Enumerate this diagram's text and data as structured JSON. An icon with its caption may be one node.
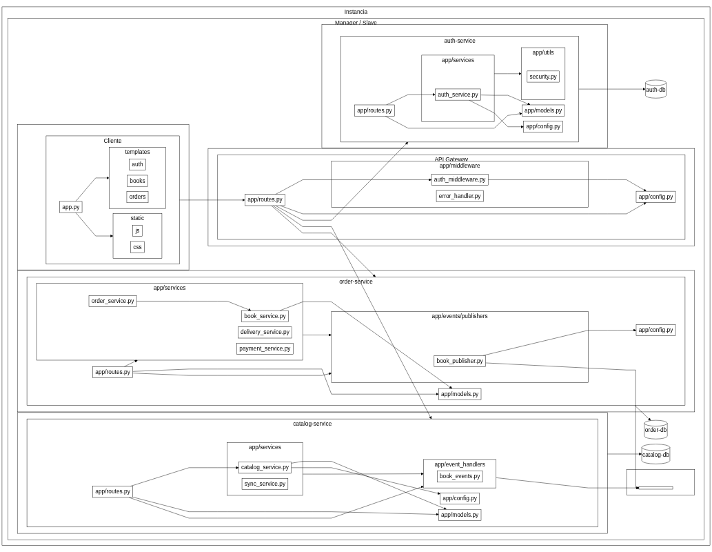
{
  "diagram": {
    "nodes": [
      {
        "text": [
          "Instancia"
        ]
      },
      {
        "text": [
          "Manager / Slave"
        ],
        "in": 0
      },
      {
        "text": [],
        "shape": "box",
        "in": 1
      },
      {
        "text": [
          "Cliente"
        ],
        "in": 2
      },
      {
        "text": [
          "static"
        ],
        "in": 3
      },
      {
        "text": [
          "js"
        ],
        "in": 4
      },
      {
        "text": [
          "css"
        ],
        "in": 4
      },
      {
        "text": [
          "templates"
        ],
        "in": 3
      },
      {
        "text": [
          "auth"
        ],
        "in": 7
      },
      {
        "text": [
          "books"
        ],
        "in": 7
      },
      {
        "text": [
          "orders"
        ],
        "in": 7
      },
      {
        "text": [
          "app.py"
        ],
        "in": 3
      },
      {
        "text": [],
        "shape": "box",
        "in": 1
      },
      {
        "text": [
          "API Gateway"
        ],
        "in": 12
      },
      {
        "text": [
          "app/middleware"
        ],
        "in": 13
      },
      {
        "text": [
          "auth_middleware.py"
        ],
        "in": 14
      },
      {
        "text": [
          "error_handler.py"
        ],
        "in": 14
      },
      {
        "text": [
          "app/routes.py"
        ],
        "in": 13
      },
      {
        "text": [
          "app/config.py"
        ],
        "in": 13
      },
      {
        "text": [],
        "shape": "box",
        "in": 1
      },
      {
        "text": [
          "auth-service"
        ],
        "in": 19
      },
      {
        "text": [
          "app/services"
        ],
        "in": 20
      },
      {
        "text": [
          "auth_service.py"
        ],
        "in": 21
      },
      {
        "text": [
          "app/utils"
        ],
        "in": 20
      },
      {
        "text": [
          "security.py"
        ],
        "in": 23
      },
      {
        "text": [
          "app/models.py"
        ],
        "in": 20
      },
      {
        "text": [
          "app/routes.py"
        ],
        "in": 20
      },
      {
        "text": [
          "app/config.py"
        ],
        "in": 20
      },
      {
        "text": [
          "auth-db"
        ],
        "in": 1
      },
      {
        "text": [],
        "shape": "box",
        "in": 1
      },
      {
        "text": [
          "catalog-service"
        ],
        "in": 29
      },
      {
        "text": [
          "app/services"
        ],
        "in": 30
      },
      {
        "text": [
          "catalog_service.py"
        ],
        "in": 31
      },
      {
        "text": [
          "sync_service.py"
        ],
        "in": 31
      },
      {
        "text": [
          "app/event_handlers"
        ],
        "in": 30
      },
      {
        "text": [
          "book_events.py"
        ],
        "in": 34
      },
      {
        "text": [
          "app/models.py"
        ],
        "in": 30
      },
      {
        "text": [
          "app/routes.py"
        ],
        "in": 30
      },
      {
        "text": [
          "app/config.py"
        ],
        "in": 30
      },
      {
        "text": [
          "catalog-db"
        ],
        "in": 1
      },
      {
        "text": [],
        "shape": "box",
        "in": 1
      },
      {
        "text": [],
        "shape": "box",
        "in": 40
      },
      {
        "text": [],
        "shape": "box",
        "in": 1
      },
      {
        "text": [
          "order-service"
        ],
        "in": 42
      },
      {
        "text": [
          "app/services"
        ],
        "in": 43
      },
      {
        "text": [
          "book_service.py"
        ],
        "in": 44
      },
      {
        "text": [
          "delivery_service.py"
        ],
        "in": 44
      },
      {
        "text": [
          "order_service.py"
        ],
        "in": 44
      },
      {
        "text": [
          "payment_service.py"
        ],
        "in": 44
      },
      {
        "text": [
          "app/events/publishers"
        ],
        "in": 43
      },
      {
        "text": [
          "book_publisher.py"
        ],
        "in": 49
      },
      {
        "text": [
          "app/models.py"
        ],
        "in": 43
      },
      {
        "text": [
          "app/routes.py"
        ],
        "in": 43
      },
      {
        "text": [
          "app/config.py"
        ],
        "in": 43
      },
      {
        "text": [
          "order-db"
        ],
        "in": 1
      }
    ],
    "edges": [
      {
        "from": 11,
        "to": 4,
        "arrow": "to"
      },
      {
        "from": 11,
        "to": 7,
        "arrow": "to"
      },
      {
        "from": 3,
        "to": 17,
        "arrow": "to"
      },
      {
        "from": 17,
        "to": 15,
        "arrow": "to"
      },
      {
        "from": 15,
        "to": 18,
        "arrow": "to"
      },
      {
        "from": 17,
        "to": 18,
        "arrow": "to"
      },
      {
        "from": 17,
        "to": 20,
        "arrow": "to"
      },
      {
        "from": 17,
        "to": 30,
        "arrow": "to"
      },
      {
        "from": 17,
        "to": 43,
        "arrow": "to"
      },
      {
        "from": 22,
        "to": 25,
        "arrow": "to"
      },
      {
        "from": 26,
        "to": 22,
        "arrow": "to"
      },
      {
        "from": 26,
        "to": 25,
        "arrow": "to"
      },
      {
        "from": 22,
        "to": 27,
        "arrow": "to"
      },
      {
        "from": 21,
        "to": 23,
        "arrow": "to"
      },
      {
        "from": 20,
        "to": 28,
        "arrow": "to"
      },
      {
        "from": 32,
        "to": 36,
        "arrow": "to"
      },
      {
        "from": 37,
        "to": 32,
        "arrow": "to"
      },
      {
        "from": 37,
        "to": 36,
        "arrow": "to"
      },
      {
        "from": 37,
        "to": 34,
        "arrow": "to"
      },
      {
        "from": 32,
        "to": 38,
        "arrow": "to"
      },
      {
        "from": 31,
        "to": 34,
        "arrow": "to"
      },
      {
        "from": 29,
        "to": 39,
        "arrow": "to"
      },
      {
        "from": 34,
        "to": 41,
        "arrow": "to"
      },
      {
        "from": 45,
        "to": 51,
        "arrow": "to"
      },
      {
        "from": 52,
        "to": 44,
        "arrow": "to"
      },
      {
        "from": 52,
        "to": 51,
        "arrow": "to"
      },
      {
        "from": 52,
        "to": 49,
        "arrow": "to"
      },
      {
        "from": 50,
        "to": 53,
        "arrow": "to"
      },
      {
        "from": 47,
        "to": 45,
        "arrow": "to"
      },
      {
        "from": 44,
        "to": 49,
        "arrow": "to"
      },
      {
        "from": 43,
        "to": 54,
        "arrow": "to"
      },
      {
        "from": 50,
        "to": 41,
        "arrow": "to"
      }
    ]
  }
}
